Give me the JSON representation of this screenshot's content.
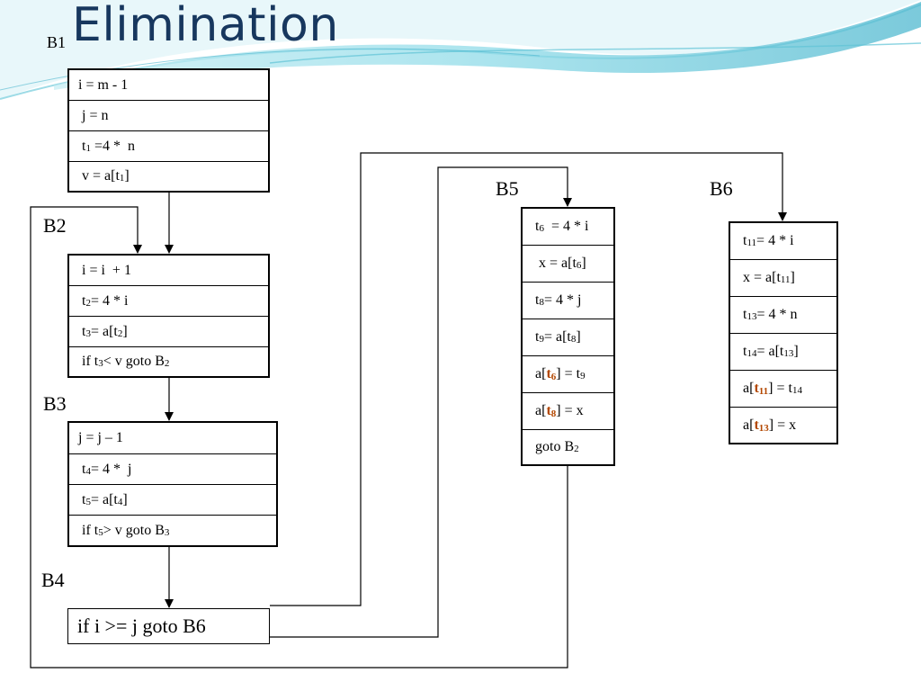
{
  "slide": {
    "title": "Elimination",
    "label_b1": "B1"
  },
  "blocks": {
    "b2": {
      "label": "B2"
    },
    "b3": {
      "label": "B3"
    },
    "b4": {
      "label": "B4",
      "text": "if i >= j goto B6"
    },
    "b5": {
      "label": "B5"
    },
    "b6": {
      "label": "B6"
    }
  },
  "colors": {
    "highlight": "#b34700",
    "title": "#17375e",
    "wave": "#5fc3d6"
  }
}
